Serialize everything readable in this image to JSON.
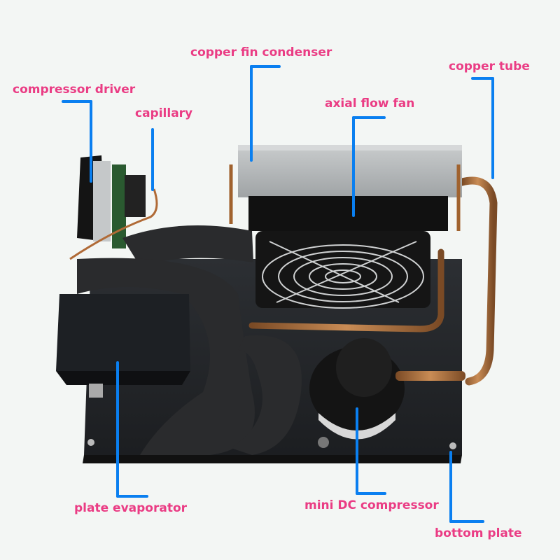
{
  "figure": {
    "subject": "mini DC compressor refrigeration unit",
    "label_color": "#ea3c84",
    "leader_color": "#0a7ff0"
  },
  "labels": {
    "copper_fin_condenser": "copper fin condenser",
    "copper_tube": "copper tube",
    "compressor_driver": "compressor driver",
    "capillary": "capillary",
    "axial_flow_fan": "axial flow fan",
    "plate_evaporator": "plate evaporator",
    "mini_dc_compressor": "mini DC compressor",
    "bottom_plate": "bottom plate"
  }
}
